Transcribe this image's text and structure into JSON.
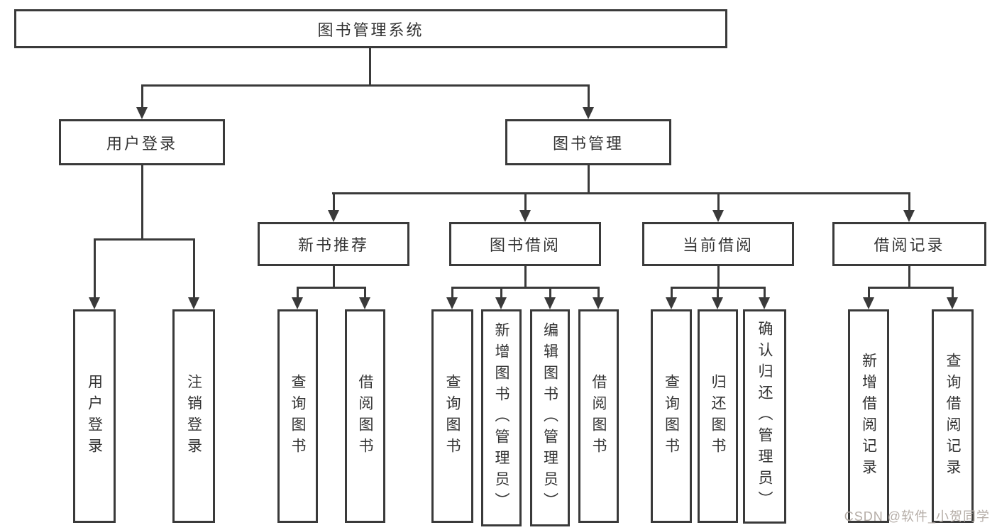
{
  "diagram": {
    "root": {
      "label": "图书管理系统"
    },
    "level2": [
      {
        "label": "用户登录"
      },
      {
        "label": "图书管理"
      }
    ],
    "level3": [
      {
        "label": "新书推荐"
      },
      {
        "label": "图书借阅"
      },
      {
        "label": "当前借阅"
      },
      {
        "label": "借阅记录"
      }
    ],
    "leaves": {
      "user_login": [
        "用户登录",
        "注销登录"
      ],
      "new_book_recommend": [
        "查询图书",
        "借阅图书"
      ],
      "book_borrow": [
        "查询图书",
        "新增图书（管理员）",
        "编辑图书（管理员）",
        "借阅图书"
      ],
      "current_borrow": [
        "查询图书",
        "归还图书",
        "确认归还（管理员）"
      ],
      "borrow_record": [
        "新增借阅记录",
        "查询借阅记录"
      ]
    },
    "watermark": "CSDN @软件_小贺同学",
    "colors": {
      "line": "#3a3a3a",
      "text": "#333333",
      "background": "#ffffff",
      "watermark": "#b5ada7"
    }
  }
}
